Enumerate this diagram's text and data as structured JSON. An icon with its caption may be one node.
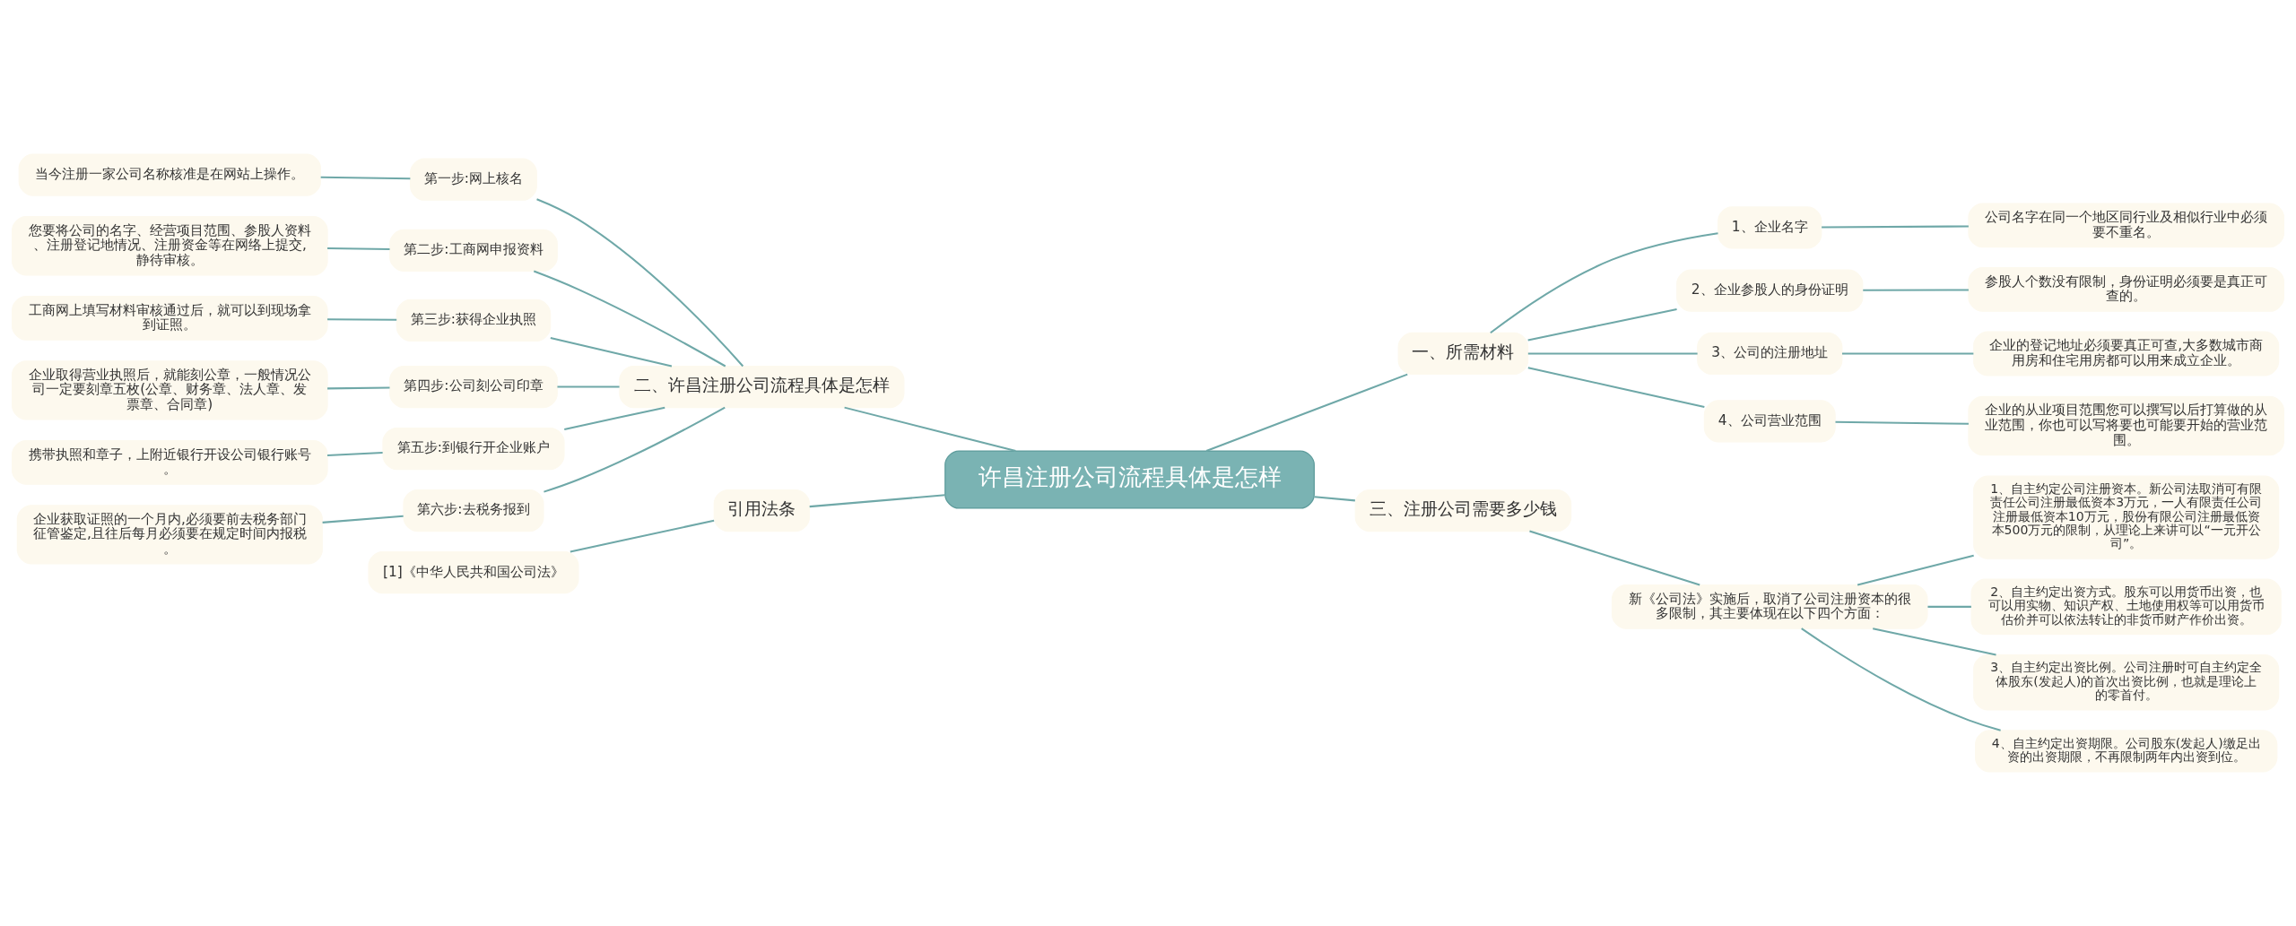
{
  "diagram": {
    "nodes": [
      {
        "text": [
          "许昌注册公司流程具体是怎样"
        ]
      },
      {
        "text": [
          "二、许昌注册公司流程具体是怎样"
        ]
      },
      {
        "text": [
          "第一步:网上核名"
        ]
      },
      {
        "text": [
          "当今注册一家公司名称核准是在网站上操作。"
        ]
      },
      {
        "text": [
          "第二步:工商网申报资料"
        ]
      },
      {
        "text": [
          "您要将公司的名字、经营项目范围、参股人资料、注册登记地情况、注册资金等在网络上提交,静待审核。"
        ]
      },
      {
        "text": [
          "第三步:获得企业执照"
        ]
      },
      {
        "text": [
          "工商网上填写材料审核通过后，就可以到现场拿到证照。"
        ]
      },
      {
        "text": [
          "第四步:公司刻公司印章"
        ]
      },
      {
        "text": [
          "企业取得营业执照后，就能刻公章，一般情况公司一定要刻章五枚(公章、财务章、法人章、发票章、合同章)"
        ]
      },
      {
        "text": [
          "第五步:到银行开企业账户"
        ]
      },
      {
        "text": [
          "携带执照和章子，上附近银行开设公司银行账号。"
        ]
      },
      {
        "text": [
          "第六步:去税务报到"
        ]
      },
      {
        "text": [
          "企业获取证照的一个月内,必须要前去税务部门征管鉴定,且往后每月必须要在规定时间内报税。"
        ]
      },
      {
        "text": [
          "引用法条"
        ]
      },
      {
        "text": [
          "[1]《中华人民共和国公司法》"
        ]
      },
      {
        "text": [
          "一、所需材料"
        ]
      },
      {
        "text": [
          "1、企业名字"
        ]
      },
      {
        "text": [
          "公司名字在同一个地区同行业及相似行业中必须要不重名。"
        ]
      },
      {
        "text": [
          "2、企业参股人的身份证明"
        ]
      },
      {
        "text": [
          "参股人个数没有限制，身份证明必须要是真正可查的。"
        ]
      },
      {
        "text": [
          "3、公司的注册地址"
        ]
      },
      {
        "text": [
          "企业的登记地址必须要真正可查,大多数城市商用房和住宅用房都可以用来成立企业。"
        ]
      },
      {
        "text": [
          "4、公司营业范围"
        ]
      },
      {
        "text": [
          "企业的从业项目范围您可以撰写以后打算做的从业范围，你也可以写将要也可能要开始的营业范围。"
        ]
      },
      {
        "text": [
          "三、注册公司需要多少钱"
        ]
      },
      {
        "text": [
          "新《公司法》实施后，取消了公司注册资本的很多限制，其主要体现在以下四个方面："
        ]
      },
      {
        "text": [
          "1、自主约定公司注册资本。新公司法取消可有限责任公司注册最低资本3万元，一人有限责任公司注册最低资本10万元，股份有限公司注册最低资本500万元的限制，从理论上来讲可以“一元开公司”。"
        ]
      },
      {
        "text": [
          "2、自主约定出资方式。股东可以用货币出资，也可以用实物、知识产权、土地使用权等可以用货币估价并可以依法转让的非货币财产作价出资。"
        ]
      },
      {
        "text": [
          "3、自主约定出资比例。公司注册时可自主约定全体股东(发起人)的首次出资比例，也就是理论上的零首付。"
        ]
      },
      {
        "text": [
          "4、自主约定出资期限。公司股东(发起人)缴足出资的出资期限，不再限制两年内出资到位。"
        ]
      }
    ],
    "edges": [
      {
        "from": 0,
        "to": 1,
        "arrow": "none"
      },
      {
        "from": 1,
        "to": 2,
        "arrow": "none"
      },
      {
        "from": 2,
        "to": 3,
        "arrow": "none"
      },
      {
        "from": 1,
        "to": 4,
        "arrow": "none"
      },
      {
        "from": 4,
        "to": 5,
        "arrow": "none"
      },
      {
        "from": 1,
        "to": 6,
        "arrow": "none"
      },
      {
        "from": 6,
        "to": 7,
        "arrow": "none"
      },
      {
        "from": 1,
        "to": 8,
        "arrow": "none"
      },
      {
        "from": 8,
        "to": 9,
        "arrow": "none"
      },
      {
        "from": 1,
        "to": 10,
        "arrow": "none"
      },
      {
        "from": 10,
        "to": 11,
        "arrow": "none"
      },
      {
        "from": 1,
        "to": 12,
        "arrow": "none"
      },
      {
        "from": 12,
        "to": 13,
        "arrow": "none"
      },
      {
        "from": 0,
        "to": 14,
        "arrow": "none"
      },
      {
        "from": 14,
        "to": 15,
        "arrow": "none"
      },
      {
        "from": 0,
        "to": 16,
        "arrow": "none"
      },
      {
        "from": 16,
        "to": 17,
        "arrow": "none"
      },
      {
        "from": 17,
        "to": 18,
        "arrow": "none"
      },
      {
        "from": 16,
        "to": 19,
        "arrow": "none"
      },
      {
        "from": 19,
        "to": 20,
        "arrow": "none"
      },
      {
        "from": 16,
        "to": 21,
        "arrow": "none"
      },
      {
        "from": 21,
        "to": 22,
        "arrow": "none"
      },
      {
        "from": 16,
        "to": 23,
        "arrow": "none"
      },
      {
        "from": 23,
        "to": 24,
        "arrow": "none"
      },
      {
        "from": 0,
        "to": 25,
        "arrow": "none"
      },
      {
        "from": 25,
        "to": 26,
        "arrow": "none"
      },
      {
        "from": 26,
        "to": 27,
        "arrow": "none"
      },
      {
        "from": 26,
        "to": 28,
        "arrow": "none"
      },
      {
        "from": 26,
        "to": 29,
        "arrow": "none"
      },
      {
        "from": 26,
        "to": 30,
        "arrow": "none"
      }
    ]
  }
}
